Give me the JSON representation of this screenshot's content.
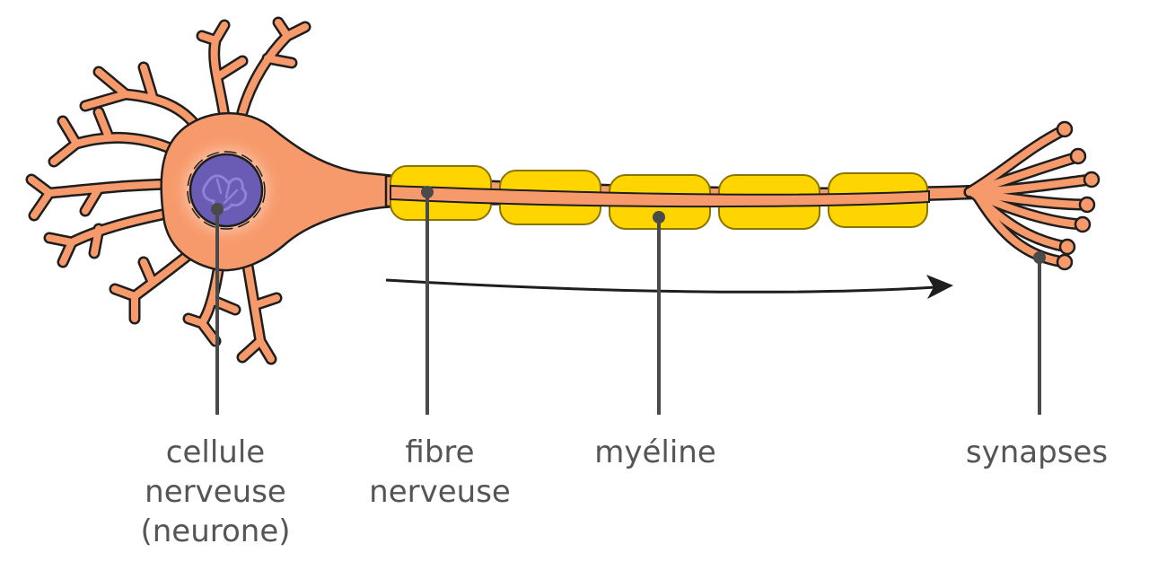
{
  "labels": {
    "cell_body": [
      "cellule",
      "nerveuse",
      "(neurone)"
    ],
    "nerve_fiber": [
      "fibre",
      "nerveuse"
    ],
    "myelin": [
      "myéline"
    ],
    "synapses": [
      "synapses"
    ]
  },
  "colors": {
    "neuron_fill": "#F79A6B",
    "neuron_stroke": "#1E1E1E",
    "nucleus_fill": "#6A5BB5",
    "nucleus_detail": "#8E82D6",
    "myelin_fill": "#FFD500",
    "myelin_stroke": "#8A7400",
    "pointer": "#4A4A4A",
    "label_text": "#555555"
  },
  "icons": {
    "signal_direction": "arrow-right-icon"
  }
}
